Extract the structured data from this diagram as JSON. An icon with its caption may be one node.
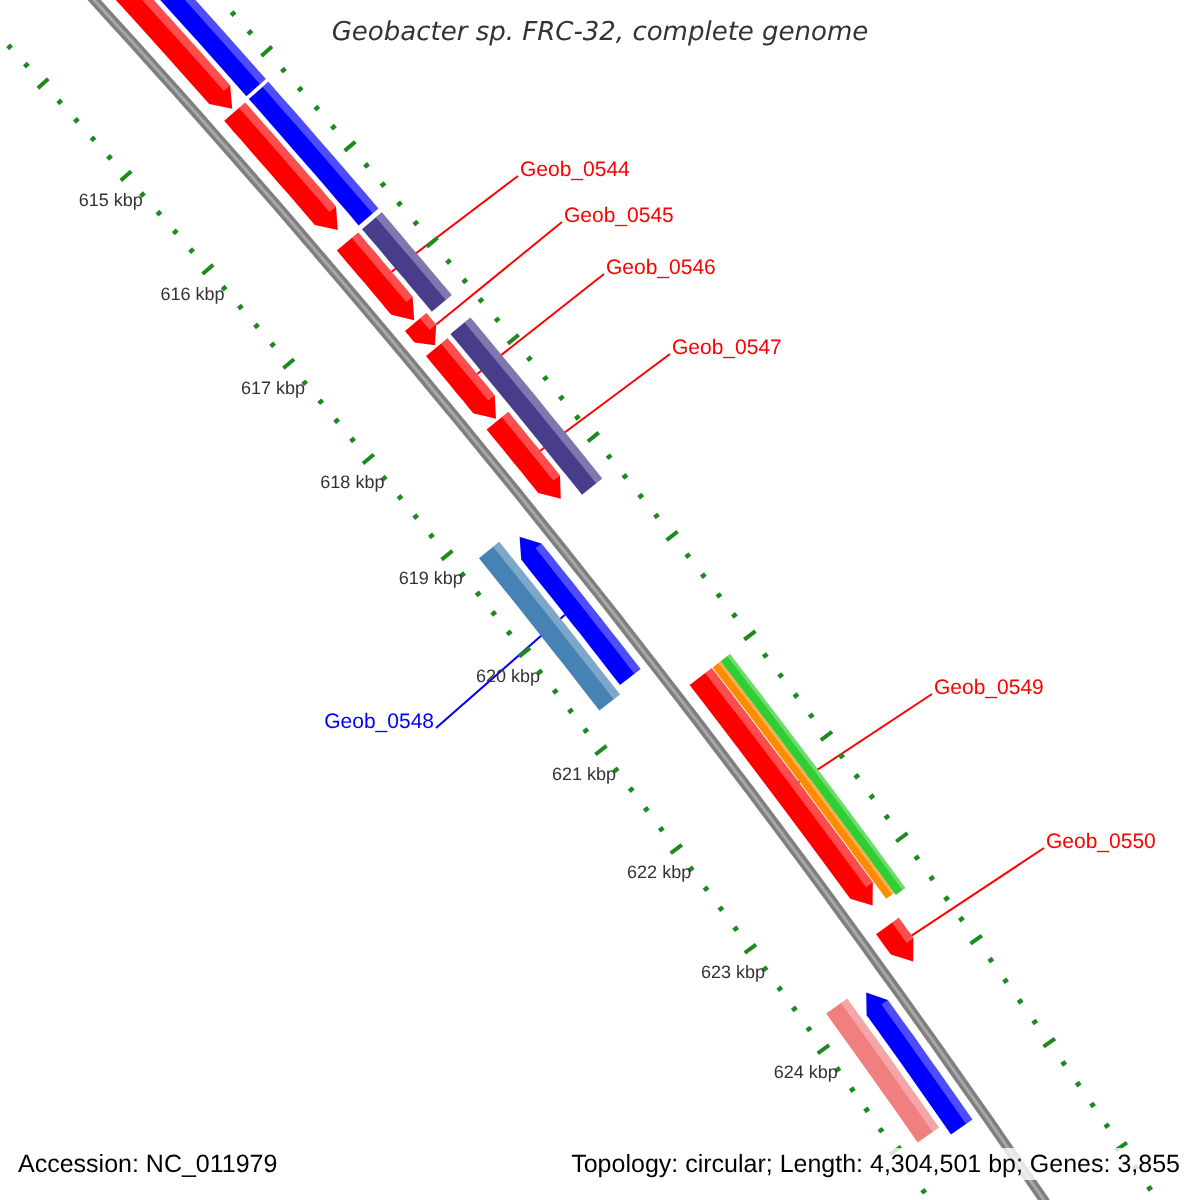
{
  "diagram": {
    "title": "Geobacter sp. FRC-32, complete genome",
    "nodes": [
      {
        "text": [
          "Geob_0544"
        ]
      },
      {
        "text": [
          "Geob_0545"
        ]
      },
      {
        "text": [
          "Geob_0546"
        ]
      },
      {
        "text": [
          "Geob_0547"
        ]
      },
      {
        "text": [
          "Geob_0548"
        ]
      },
      {
        "text": [
          "Geob_0549"
        ]
      },
      {
        "text": [
          "Geob_0550"
        ]
      },
      {
        "text": [],
        "shape": "arrow"
      },
      {
        "text": [],
        "shape": "arrow"
      },
      {
        "text": [],
        "shape": "arrow"
      },
      {
        "text": [],
        "shape": "bar"
      },
      {
        "text": [],
        "shape": "arrow"
      },
      {
        "text": [],
        "shape": "bar"
      },
      {
        "text": [],
        "shape": "arrow"
      },
      {
        "text": [],
        "shape": "arrow"
      },
      {
        "text": [],
        "shape": "bar"
      },
      {
        "text": [],
        "shape": "arrow"
      },
      {
        "text": [],
        "shape": "bar"
      },
      {
        "text": [],
        "shape": "arrow"
      },
      {
        "text": [],
        "shape": "arrow"
      },
      {
        "text": [],
        "shape": "bar"
      },
      {
        "text": [],
        "shape": "bar"
      },
      {
        "text": [],
        "shape": "arrow"
      },
      {
        "text": [],
        "shape": "bar"
      },
      {
        "text": [],
        "shape": "arrow"
      }
    ],
    "edges": [
      {
        "from": 0,
        "to": 11,
        "arrow": "none"
      },
      {
        "from": 1,
        "to": 13,
        "arrow": "none"
      },
      {
        "from": 2,
        "to": 14,
        "arrow": "none"
      },
      {
        "from": 3,
        "to": 16,
        "arrow": "none"
      },
      {
        "from": 4,
        "to": 18,
        "arrow": "none",
        "color": "#0000ff"
      },
      {
        "from": 5,
        "to": 19,
        "arrow": "none"
      },
      {
        "from": 6,
        "to": 22,
        "arrow": "none"
      }
    ],
    "labels": [
      "615 kbp",
      "616 kbp",
      "617 kbp",
      "618 kbp",
      "619 kbp",
      "620 kbp",
      "621 kbp",
      "622 kbp",
      "623 kbp",
      "624 kbp",
      "Accession: NC_011979",
      "Topology: circular; Length: 4,304,501 bp; Genes: 3,855"
    ]
  }
}
